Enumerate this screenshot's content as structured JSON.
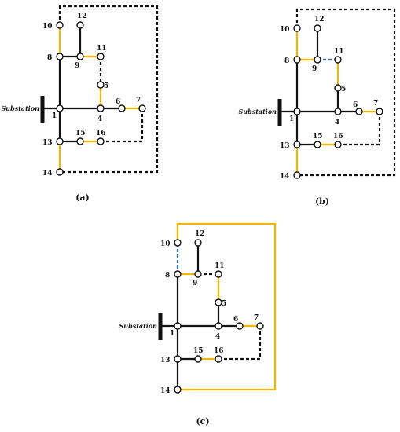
{
  "colors": {
    "black": "#111111",
    "yellow": "#f4b400",
    "blue": "#2f6fa8",
    "node_fill": "#ffffff"
  },
  "panels": [
    {
      "caption": "(a)",
      "substation_label": "Substation",
      "node_labels": {
        "n1": "1",
        "n4": "4",
        "n5": "5",
        "n6": "6",
        "n7": "7",
        "n8": "8",
        "n9": "9",
        "n10": "10",
        "n11": "11",
        "n12": "12",
        "n13": "13",
        "n14": "14",
        "n15": "15",
        "n16": "16"
      },
      "edges": [
        {
          "from": "n1",
          "to": "n8",
          "style": "black"
        },
        {
          "from": "n1",
          "to": "n13",
          "style": "black"
        },
        {
          "from": "n1",
          "to": "n4",
          "style": "black"
        },
        {
          "from": "n8",
          "to": "n10",
          "style": "yellow"
        },
        {
          "from": "n8",
          "to": "n9",
          "style": "black"
        },
        {
          "from": "n9",
          "to": "n12",
          "style": "black"
        },
        {
          "from": "n9",
          "to": "n11",
          "style": "yellow"
        },
        {
          "from": "n11",
          "to": "n5",
          "style": "black-dashed"
        },
        {
          "from": "n5",
          "to": "n4",
          "style": "yellow"
        },
        {
          "from": "n4",
          "to": "n6",
          "style": "black"
        },
        {
          "from": "n6",
          "to": "n7",
          "style": "yellow"
        },
        {
          "from": "n13",
          "to": "n15",
          "style": "black"
        },
        {
          "from": "n15",
          "to": "n16",
          "style": "yellow"
        },
        {
          "from": "n16",
          "to": "n7",
          "style": "black-dashed"
        },
        {
          "from": "n13",
          "to": "n14",
          "style": "yellow"
        },
        {
          "from": "n10",
          "to": "n14",
          "style": "black-dashed-loop"
        }
      ]
    },
    {
      "caption": "(b)",
      "substation_label": "Substation",
      "node_labels": {
        "n1": "1",
        "n4": "4",
        "n5": "5",
        "n6": "6",
        "n7": "7",
        "n8": "8",
        "n9": "9",
        "n10": "10",
        "n11": "11",
        "n12": "12",
        "n13": "13",
        "n14": "14",
        "n15": "15",
        "n16": "16"
      },
      "edges": [
        {
          "from": "n1",
          "to": "n8",
          "style": "black"
        },
        {
          "from": "n1",
          "to": "n13",
          "style": "black"
        },
        {
          "from": "n1",
          "to": "n4",
          "style": "black"
        },
        {
          "from": "n8",
          "to": "n10",
          "style": "yellow"
        },
        {
          "from": "n8",
          "to": "n9",
          "style": "yellow"
        },
        {
          "from": "n9",
          "to": "n12",
          "style": "black"
        },
        {
          "from": "n9",
          "to": "n11",
          "style": "blue-dashed"
        },
        {
          "from": "n11",
          "to": "n5",
          "style": "yellow"
        },
        {
          "from": "n5",
          "to": "n4",
          "style": "black"
        },
        {
          "from": "n4",
          "to": "n6",
          "style": "black"
        },
        {
          "from": "n6",
          "to": "n7",
          "style": "yellow"
        },
        {
          "from": "n13",
          "to": "n15",
          "style": "black"
        },
        {
          "from": "n15",
          "to": "n16",
          "style": "yellow"
        },
        {
          "from": "n16",
          "to": "n7",
          "style": "black-dashed"
        },
        {
          "from": "n13",
          "to": "n14",
          "style": "yellow"
        },
        {
          "from": "n10",
          "to": "n14",
          "style": "black-dashed-loop"
        }
      ]
    },
    {
      "caption": "(c)",
      "substation_label": "Substation",
      "node_labels": {
        "n1": "1",
        "n4": "4",
        "n5": "5",
        "n6": "6",
        "n7": "7",
        "n8": "8",
        "n9": "9",
        "n10": "10",
        "n11": "11",
        "n12": "12",
        "n13": "13",
        "n14": "14",
        "n15": "15",
        "n16": "16"
      },
      "edges": [
        {
          "from": "n1",
          "to": "n8",
          "style": "black"
        },
        {
          "from": "n1",
          "to": "n13",
          "style": "black"
        },
        {
          "from": "n1",
          "to": "n4",
          "style": "black"
        },
        {
          "from": "n8",
          "to": "n10",
          "style": "blue-dashed"
        },
        {
          "from": "n8",
          "to": "n9",
          "style": "yellow"
        },
        {
          "from": "n9",
          "to": "n12",
          "style": "black"
        },
        {
          "from": "n9",
          "to": "n11",
          "style": "black-dashed"
        },
        {
          "from": "n11",
          "to": "n5",
          "style": "yellow"
        },
        {
          "from": "n5",
          "to": "n4",
          "style": "black"
        },
        {
          "from": "n4",
          "to": "n6",
          "style": "black"
        },
        {
          "from": "n6",
          "to": "n7",
          "style": "yellow"
        },
        {
          "from": "n13",
          "to": "n15",
          "style": "black"
        },
        {
          "from": "n15",
          "to": "n16",
          "style": "yellow"
        },
        {
          "from": "n16",
          "to": "n7",
          "style": "black-dashed"
        },
        {
          "from": "n13",
          "to": "n14",
          "style": "black"
        },
        {
          "from": "n10",
          "to": "n14",
          "style": "yellow-loop"
        }
      ]
    }
  ]
}
